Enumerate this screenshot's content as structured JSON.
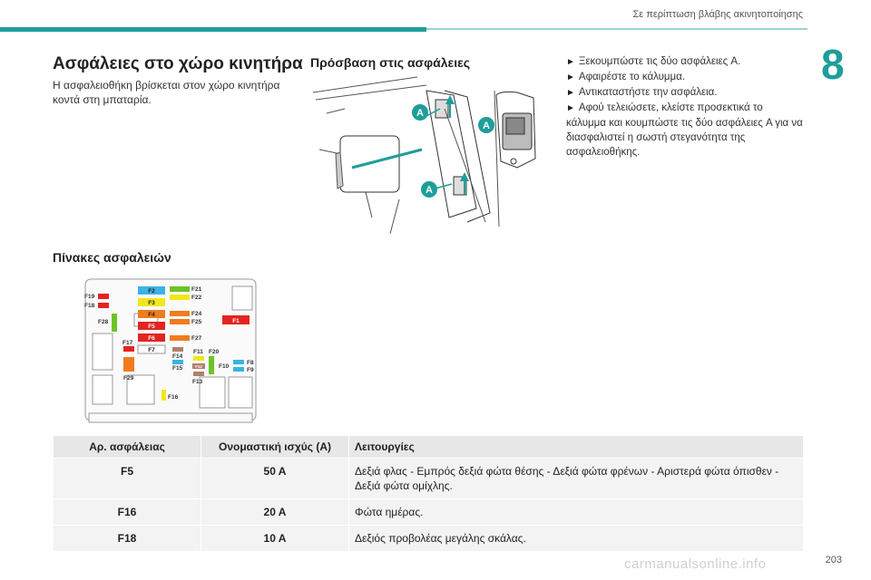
{
  "header": {
    "running_title": "Σε περίπτωση βλάβης ακινητοποίησης",
    "chapter_number": "8"
  },
  "left": {
    "title": "Ασφάλειες στο χώρο κινητήρα",
    "intro": "Η ασφαλειοθήκη βρίσκεται στον χώρο κινητήρα κοντά στη μπαταρία."
  },
  "access": {
    "title": "Πρόσβαση στις ασφάλειες",
    "marker_label": "A"
  },
  "instructions": [
    "Ξεκουμπώστε τις δύο ασφάλειες A.",
    "Αφαιρέστε το κάλυμμα.",
    "Αντικαταστήστε την ασφάλεια.",
    "Αφού τελειώσετε, κλείστε προσεκτικά το κάλυμμα και κουμπώστε τις δύο ασφάλειες A για να διασφαλιστεί η σωστή στεγανότητα της ασφαλειοθήκης."
  ],
  "panels": {
    "title": "Πίνακες ασφαλειών",
    "fuse_labels": {
      "F19": "F19",
      "F18": "F18",
      "F28": "F28",
      "F2": "F2",
      "F3": "F3",
      "F4": "F4",
      "F5": "F5",
      "F6": "F6",
      "F7": "F7",
      "F17": "F17",
      "F21": "F21",
      "F22": "F22",
      "F24": "F24",
      "F25": "F25",
      "F27": "F27",
      "F1": "F1",
      "F14": "F14",
      "F15": "F15",
      "F11": "F11",
      "F20": "F20",
      "F12": "F12",
      "F13": "F13",
      "F10": "F10",
      "F8": "F8",
      "F9": "F9",
      "F29": "F29",
      "F16": "F16"
    }
  },
  "table": {
    "headers": [
      "Αρ. ασφάλειας",
      "Ονομαστική ισχύς (A)",
      "Λειτουργίες"
    ],
    "rows": [
      {
        "fuse": "F5",
        "rating": "50 A",
        "function": "Δεξιά φλας - Εμπρός δεξιά φώτα θέσης - Δεξιά φώτα φρένων - Αριστερά φώτα όπισθεν - Δεξιά φώτα ομίχλης."
      },
      {
        "fuse": "F16",
        "rating": "20 A",
        "function": "Φώτα ημέρας."
      },
      {
        "fuse": "F18",
        "rating": "10 A",
        "function": "Δεξιός προβολέας μεγάλης σκάλας."
      }
    ]
  },
  "footer": {
    "page_number": "203",
    "watermark": "carmanualsonline.info"
  },
  "colors": {
    "accent": "#1e9e9a",
    "red": "#e32420",
    "yellow": "#f1e61c",
    "blue": "#3ab2e6",
    "green": "#6cc326",
    "orange": "#f07c1f",
    "brown": "#b0806a"
  }
}
